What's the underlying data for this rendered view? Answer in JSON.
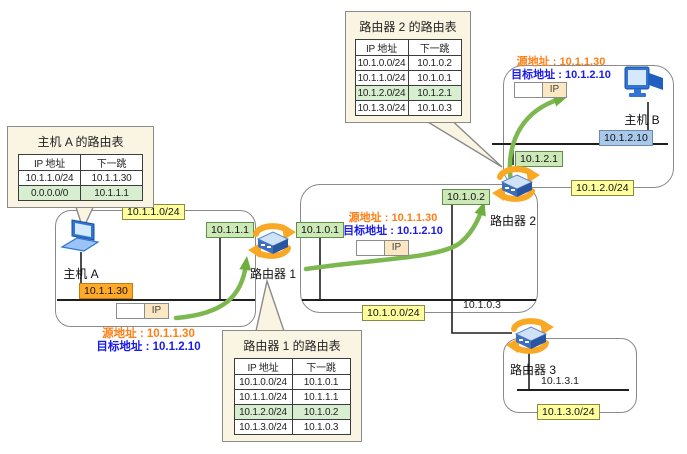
{
  "networks": {
    "net_10_1_1": "10.1.1.0/24",
    "net_10_1_0": "10.1.0.0/24",
    "net_10_1_2": "10.1.2.0/24",
    "net_10_1_3": "10.1.3.0/24"
  },
  "interfaces": {
    "r1_to_net1": "10.1.1.1",
    "r1_to_net0": "10.1.0.1",
    "r2_to_net0": "10.1.0.2",
    "r2_to_net2": "10.1.2.1",
    "r3_to_net0": "10.1.0.3",
    "r3_to_net3": "10.1.3.1",
    "host_a": "10.1.1.30",
    "host_b": "10.1.2.10"
  },
  "devices": {
    "host_a": "主机 A",
    "host_b": "主机 B",
    "router1": "路由器 1",
    "router2": "路由器 2",
    "router3": "路由器 3"
  },
  "packet": {
    "ip_label": "IP",
    "src_text": "源地址 : 10.1.1.30",
    "dst_text": "目标地址 : 10.1.2.10"
  },
  "tables": {
    "host_a": {
      "title": "主机 A 的路由表",
      "col_ip": "IP 地址",
      "col_hop": "下一跳",
      "rows": [
        [
          "10.1.1.0/24",
          "10.1.1.30"
        ],
        [
          "0.0.0.0/0",
          "10.1.1.1"
        ]
      ],
      "highlight_row": 1
    },
    "router1": {
      "title": "路由器 1 的路由表",
      "col_ip": "IP 地址",
      "col_hop": "下一跳",
      "rows": [
        [
          "10.1.0.0/24",
          "10.1.0.1"
        ],
        [
          "10.1.1.0/24",
          "10.1.1.1"
        ],
        [
          "10.1.2.0/24",
          "10.1.0.2"
        ],
        [
          "10.1.3.0/24",
          "10.1.0.3"
        ]
      ],
      "highlight_row": 2
    },
    "router2": {
      "title": "路由器 2 的路由表",
      "col_ip": "IP 地址",
      "col_hop": "下一跳",
      "rows": [
        [
          "10.1.0.0/24",
          "10.1.0.2"
        ],
        [
          "10.1.1.0/24",
          "10.1.0.1"
        ],
        [
          "10.1.2.0/24",
          "10.1.2.1"
        ],
        [
          "10.1.3.0/24",
          "10.1.0.3"
        ]
      ],
      "highlight_row": 2
    }
  },
  "colors": {
    "network_label_bg": "#ffff9e",
    "interface_label_bg": "#cde9b8",
    "host_b_ip_label_bg": "#a9c9ea",
    "host_a_ip_label_bg": "#ffa928",
    "callout_bg": "#faf4e2",
    "highlight_row_bg": "#d8eed0",
    "arrow_green": "#7cb84f",
    "src_text_color": "#ff7f16",
    "dst_text_color": "#1a1aee",
    "router_accent": "#f9a825",
    "device_blue": "#2e75d4"
  }
}
